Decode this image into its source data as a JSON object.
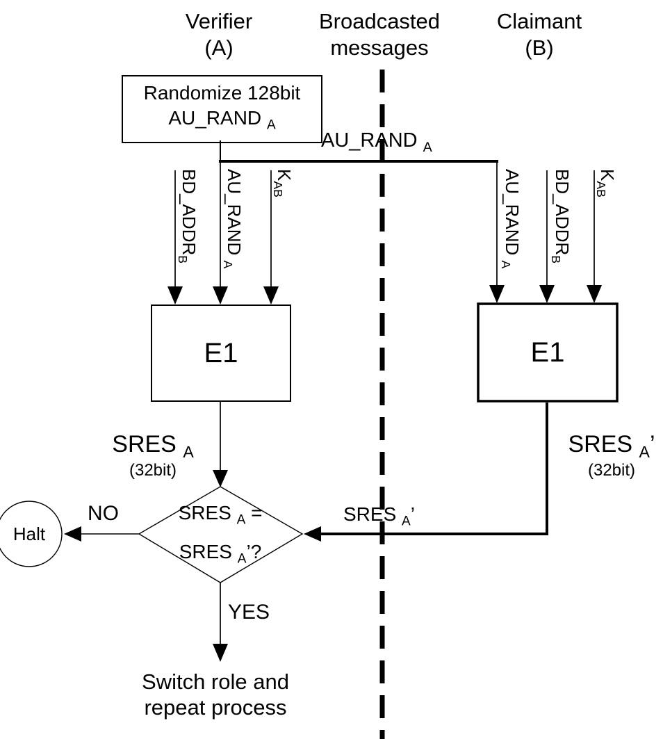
{
  "headers": {
    "verifier": {
      "line1": "Verifier",
      "line2": "(A)"
    },
    "broadcast": {
      "line1": "Broadcasted",
      "line2": "messages"
    },
    "claimant": {
      "line1": "Claimant",
      "line2": "(B)"
    }
  },
  "randomize_box": {
    "line1": "Randomize 128bit",
    "line2_main": "AU_RAND",
    "line2_sub": "A"
  },
  "top_message": {
    "main": "AU_RAND",
    "sub": "A"
  },
  "inputs_left": [
    {
      "main": "BD_ADDR",
      "sub": "B"
    },
    {
      "main": "AU_RAND",
      "sub": "A"
    },
    {
      "main": "K",
      "sub": "AB"
    }
  ],
  "inputs_right": [
    {
      "main": "AU_RAND",
      "sub": "A"
    },
    {
      "main": "BD_ADDR",
      "sub": "B"
    },
    {
      "main": "K",
      "sub": "AB"
    }
  ],
  "e1_left": "E1",
  "e1_right": "E1",
  "sres_left": {
    "main": "SRES",
    "sub": "A",
    "suffix": "",
    "bits": "(32bit)"
  },
  "sres_right": {
    "main": "SRES",
    "sub": "A",
    "suffix": "’",
    "bits": "(32bit)"
  },
  "sres_message": {
    "main": "SRES",
    "sub": "A",
    "suffix": "’"
  },
  "decision": {
    "line1_main": "SRES",
    "line1_sub": "A",
    "line1_suffix": " =",
    "line2_main": "SRES",
    "line2_sub": "A",
    "line2_suffix": "’?"
  },
  "halt_label": "Halt",
  "no_label": "NO",
  "yes_label": "YES",
  "result": {
    "line1": "Switch role and",
    "line2": "repeat process"
  },
  "colors": {
    "ink": "#000000",
    "background": "#ffffff"
  }
}
